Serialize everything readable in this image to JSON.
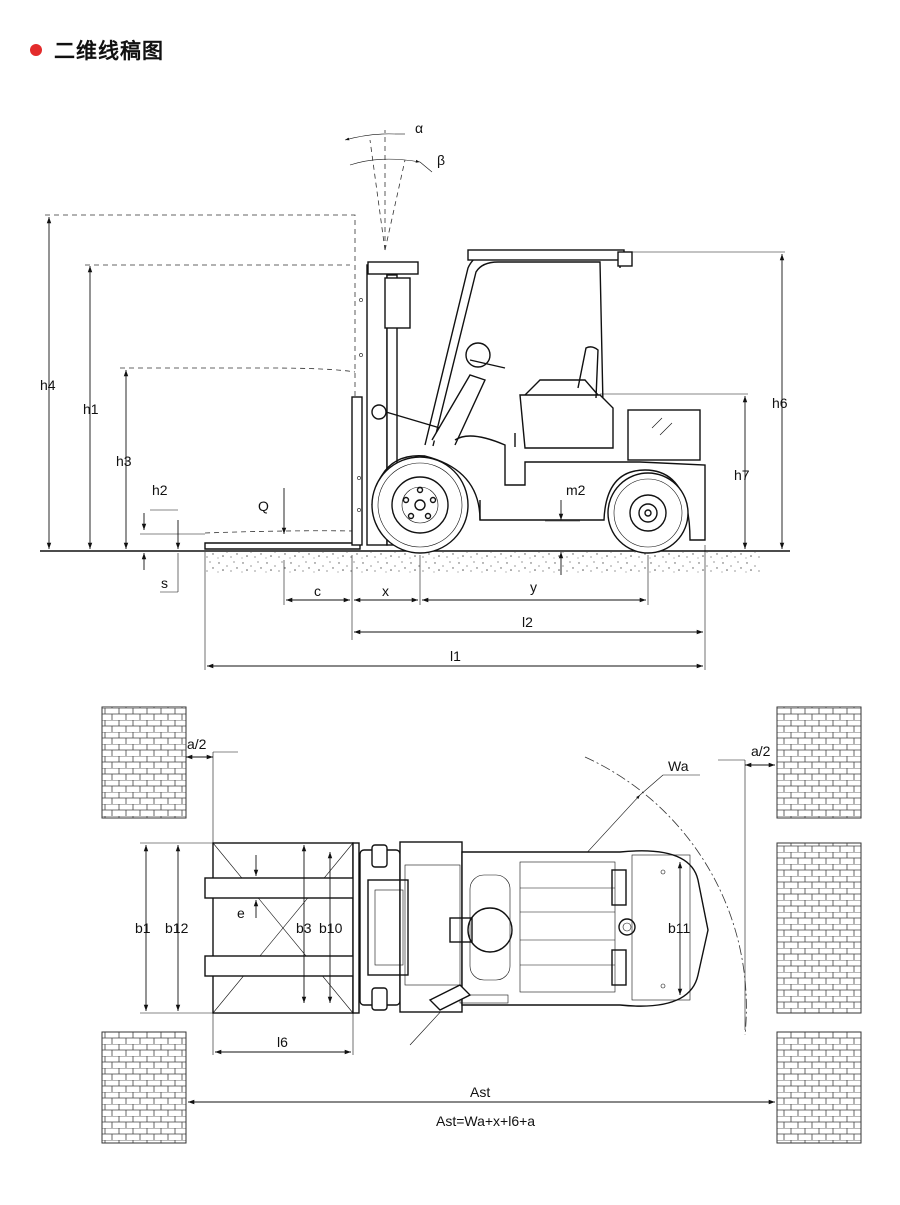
{
  "header": {
    "title": "二维线稿图",
    "bullet_color": "#e32b2b"
  },
  "side_view": {
    "labels": {
      "alpha": "α",
      "beta": "β",
      "h4": "h4",
      "h1": "h1",
      "h3": "h3",
      "h2": "h2",
      "s": "s",
      "Q": "Q",
      "h6": "h6",
      "h7": "h7",
      "m2": "m2",
      "c": "c",
      "x": "x",
      "y": "y",
      "l2": "l2",
      "l1": "l1"
    }
  },
  "top_view": {
    "labels": {
      "a2_left": "a/2",
      "a2_right": "a/2",
      "Wa": "Wa",
      "b1": "b1",
      "b12": "b12",
      "e": "e",
      "b3": "b3",
      "b10": "b10",
      "b11": "b11",
      "l6": "l6",
      "Ast": "Ast",
      "formula": "Ast=Wa+x+l6+a"
    }
  }
}
